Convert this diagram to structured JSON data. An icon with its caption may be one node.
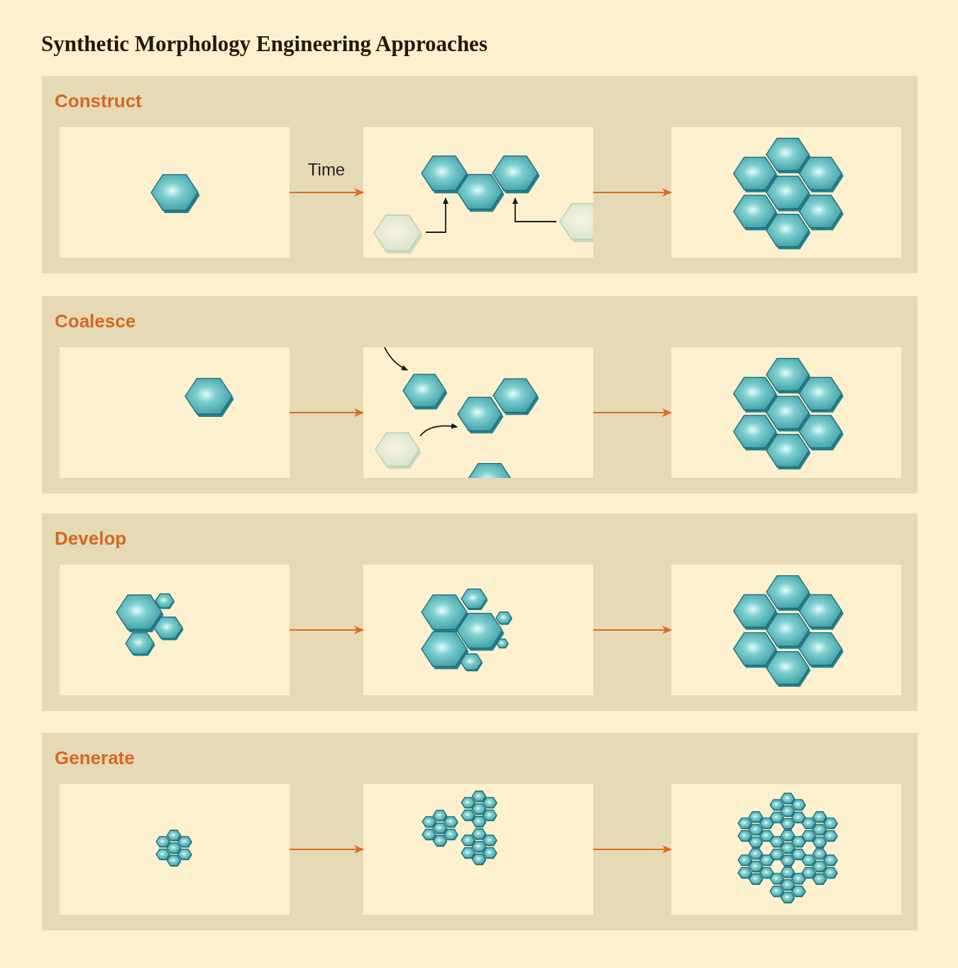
{
  "diagram": {
    "title": "Synthetic Morphology Engineering Approaches",
    "nodes": [
      {
        "text": [
          "Construct"
        ]
      },
      {
        "text": [],
        "shape": "box",
        "in": 0
      },
      {
        "text": [],
        "shape": "box",
        "in": 0
      },
      {
        "text": [],
        "shape": "box",
        "in": 0
      },
      {
        "text": [
          "Coalesce"
        ]
      },
      {
        "text": [],
        "shape": "box",
        "in": 4
      },
      {
        "text": [],
        "shape": "box",
        "in": 4
      },
      {
        "text": [],
        "shape": "box",
        "in": 4
      },
      {
        "text": [
          "Develop"
        ]
      },
      {
        "text": [],
        "shape": "box",
        "in": 8
      },
      {
        "text": [],
        "shape": "box",
        "in": 8
      },
      {
        "text": [],
        "shape": "box",
        "in": 8
      },
      {
        "text": [
          "Generate"
        ]
      },
      {
        "text": [],
        "shape": "box",
        "in": 12
      },
      {
        "text": [],
        "shape": "box",
        "in": 12
      },
      {
        "text": [],
        "shape": "box",
        "in": 12
      }
    ],
    "edges": [
      {
        "from": 1,
        "to": 2,
        "arrow": "to",
        "label": "Time"
      },
      {
        "from": 2,
        "to": 3,
        "arrow": "to"
      },
      {
        "from": 5,
        "to": 6,
        "arrow": "to"
      },
      {
        "from": 6,
        "to": 7,
        "arrow": "to"
      },
      {
        "from": 9,
        "to": 10,
        "arrow": "to"
      },
      {
        "from": 10,
        "to": 11,
        "arrow": "to"
      },
      {
        "from": 13,
        "to": 14,
        "arrow": "to"
      },
      {
        "from": 14,
        "to": 15,
        "arrow": "to"
      }
    ]
  }
}
